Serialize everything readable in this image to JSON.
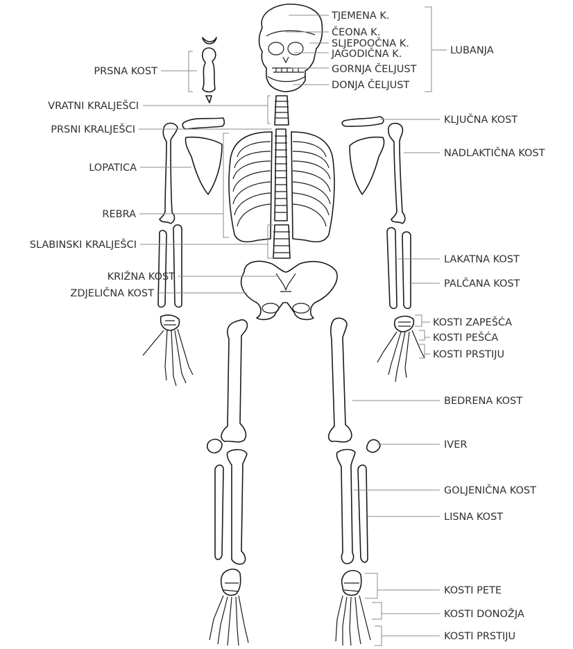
{
  "diagram": {
    "labels_left": {
      "prsna_kost": "PRSNA KOST",
      "vratni_kraljesci": "VRATNI KRALJEŠCI",
      "prsni_kraljesci": "PRSNI KRALJEŠCI",
      "lopatica": "LOPATICA",
      "rebra": "REBRA",
      "slabinski_kraljesci": "SLABINSKI KRALJEŠCI",
      "krizna_kost": "KRIŽNA KOST",
      "zdjelicna_kost": "ZDJELIČNA KOST"
    },
    "labels_skull": {
      "tjemena": "TJEMENA K.",
      "ceona": "ČEONA K.",
      "sljepoocna": "SLJEPOOČNA K.",
      "jagodicna": "JAGODIČNA K.",
      "gornja_celjust": "GORNJA ČELJUST",
      "donja_celjust": "DONJA ČELJUST",
      "lubanja": "LUBANJA"
    },
    "labels_right": {
      "kljucna_kost": "KLJUČNA KOST",
      "nadlakticna_kost": "NADLAKTIČNA KOST",
      "lakatna_kost": "LAKATNA KOST",
      "palcana_kost": "PALČANA KOST",
      "kosti_zapesca": "KOSTI ZAPEŠĆA",
      "kosti_pesca": "KOSTI PEŠĆA",
      "kosti_prstiju_ruke": "KOSTI PRSTIJU",
      "bedrena_kost": "BEDRENA KOST",
      "iver": "IVER",
      "goljenicna_kost": "GOLJENIČNA KOST",
      "lisna_kost": "LISNA KOST",
      "kosti_pete": "KOSTI PETE",
      "kosti_donozja": "KOSTI DONOŽJA",
      "kosti_prstiju_noge": "KOSTI PRSTIJU"
    }
  }
}
